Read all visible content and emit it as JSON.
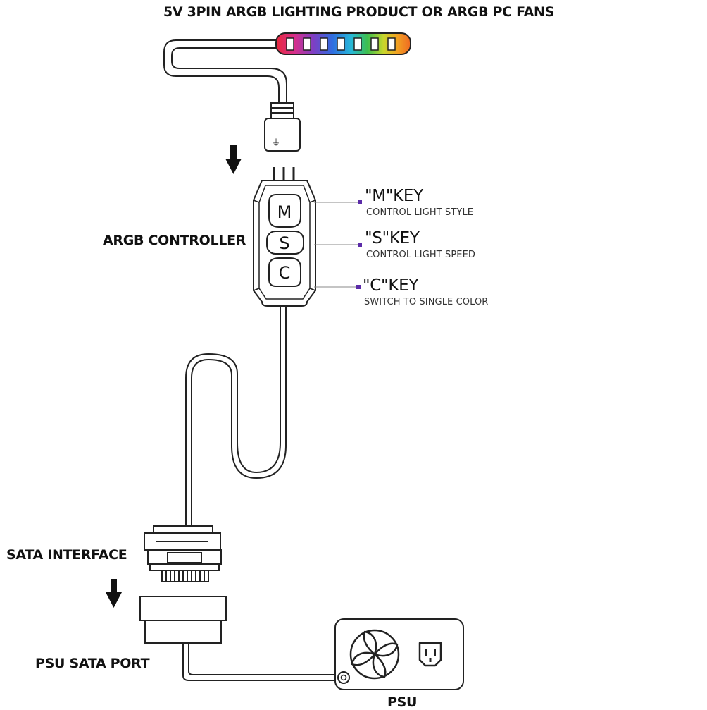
{
  "title": "5V 3PIN ARGB LIGHTING PRODUCT OR ARGB PC FANS",
  "controller": {
    "label": "ARGB CONTROLLER",
    "buttons": [
      "M",
      "S",
      "C"
    ]
  },
  "keys": [
    {
      "title": "\"M\"KEY",
      "desc": "CONTROL LIGHT STYLE"
    },
    {
      "title": "\"S\"KEY",
      "desc": "CONTROL LIGHT SPEED"
    },
    {
      "title": "\"C\"KEY",
      "desc": "SWITCH TO SINGLE COLOR"
    }
  ],
  "sata_label": "SATA INTERFACE",
  "psu_port_label": "PSU SATA PORT",
  "psu_label": "PSU",
  "ground_symbol": "⏚",
  "colors": {
    "accent_dot": "#5b2ba8",
    "strip_gradient": [
      "#e8283c",
      "#d62f8c",
      "#7d3fc4",
      "#2f6de0",
      "#27b8d8",
      "#3dbf4e",
      "#c8d62c",
      "#f2a322",
      "#ef6a22"
    ]
  }
}
